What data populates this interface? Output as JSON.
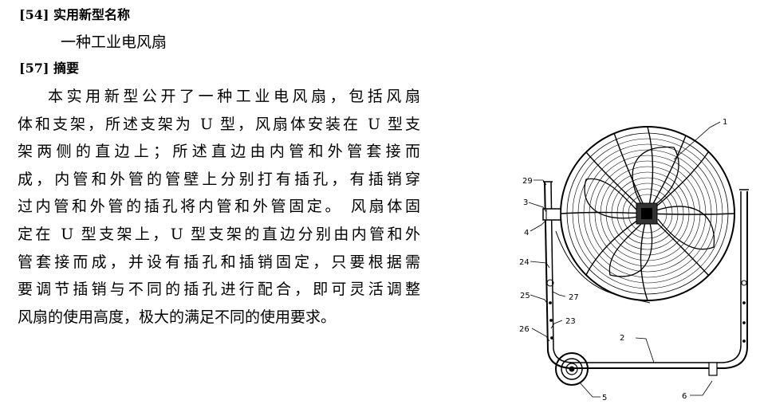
{
  "section54": {
    "code": "[54]",
    "label": "实用新型名称"
  },
  "title": "一种工业电风扇",
  "section57": {
    "code": "[57]",
    "label": "摘要"
  },
  "abstract_lines": [
    "本实用新型公开了一种工业电风扇，包括风扇",
    "体和支架，所述支架为 U 型，风扇体安装在 U 型支",
    "架两侧的直边上；所述直边由内管和外管套接而",
    "成，内管和外管的管壁上分别打有插孔，有插销穿",
    "过内管和外管的插孔将内管和外管固定。 风扇体固",
    "定在 U 型支架上，U 型支架的直边分别由内管和外",
    "管套接而成，并设有插孔和插销固定，只要根据需",
    "要调节插销与不同的插孔进行配合，即可灵活调整",
    "风扇的使用高度，极大的满足不同的使用要求。"
  ],
  "figure_labels": {
    "l1": "1",
    "l2": "2",
    "l3": "3",
    "l4": "4",
    "l5": "5",
    "l6": "6",
    "l23": "23",
    "l24": "24",
    "l25": "25",
    "l26": "26",
    "l27": "27",
    "l29": "29"
  }
}
